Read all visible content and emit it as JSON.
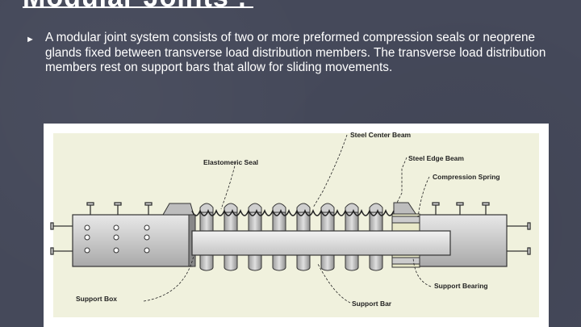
{
  "slide": {
    "title": "Modular Joints :",
    "bullet": "A modular joint system consists of two or more preformed compression seals or neoprene glands fixed between transverse load distribution members. The transverse load distribution members rest on support bars that allow for sliding movements."
  },
  "figure": {
    "labels": {
      "steel_center_beam": "Steel Center Beam",
      "elastomeric_seal": "Elastomeric Seal",
      "steel_edge_beam": "Steel Edge Beam",
      "compression_spring": "Compression Spring",
      "support_bearing": "Support Bearing",
      "support_box": "Support Box",
      "support_bar": "Support Bar"
    }
  }
}
